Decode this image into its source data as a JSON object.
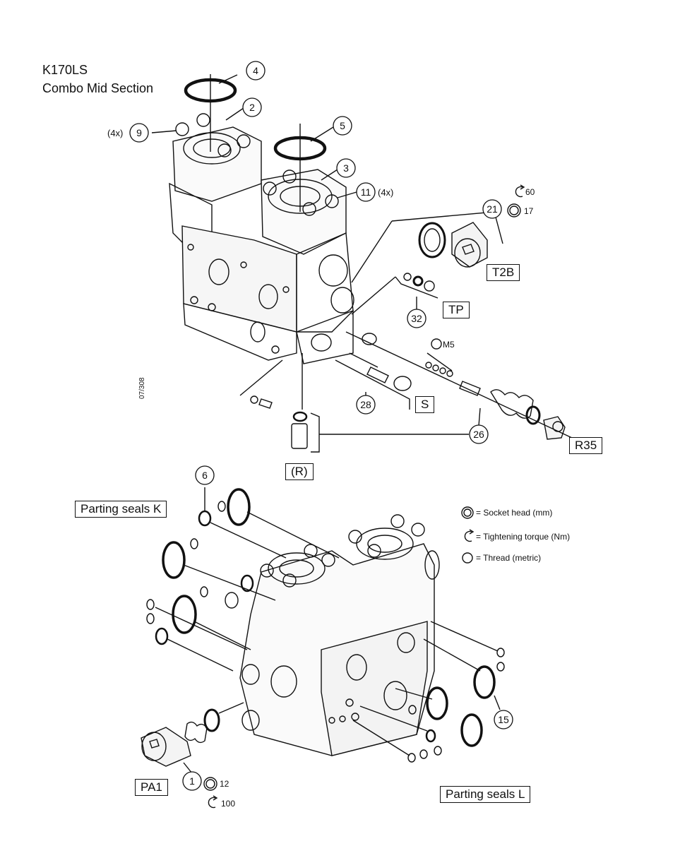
{
  "title": {
    "model": "K170LS",
    "subtitle": "Combo Mid Section"
  },
  "doc_ref": "07/308",
  "part_callouts": [
    {
      "id": "c4",
      "label": "4"
    },
    {
      "id": "c2",
      "label": "2"
    },
    {
      "id": "c9",
      "label": "9"
    },
    {
      "id": "c5",
      "label": "5"
    },
    {
      "id": "c3",
      "label": "3"
    },
    {
      "id": "c11",
      "label": "11"
    },
    {
      "id": "c21",
      "label": "21"
    },
    {
      "id": "c32",
      "label": "32"
    },
    {
      "id": "c28",
      "label": "28"
    },
    {
      "id": "c26",
      "label": "26"
    },
    {
      "id": "c6",
      "label": "6"
    },
    {
      "id": "c15",
      "label": "15"
    },
    {
      "id": "c1",
      "label": "1"
    }
  ],
  "quantity_notes": {
    "q9": "(4x)",
    "q11": "(4x)"
  },
  "section_labels": {
    "T2B": "T2B",
    "TP": "TP",
    "S": "S",
    "R35": "R35",
    "R": "(R)",
    "PA1": "PA1",
    "parting_k": "Parting seals K",
    "parting_l": "Parting seals L"
  },
  "spec_annotations": {
    "t2b_torque": "60",
    "t2b_socket": "17",
    "m5": "M5",
    "pa1_socket": "12",
    "pa1_torque": "100"
  },
  "legend": {
    "socket_head": "= Socket head (mm)",
    "torque": "= Tightening torque (Nm)",
    "thread": "= Thread (metric)"
  }
}
